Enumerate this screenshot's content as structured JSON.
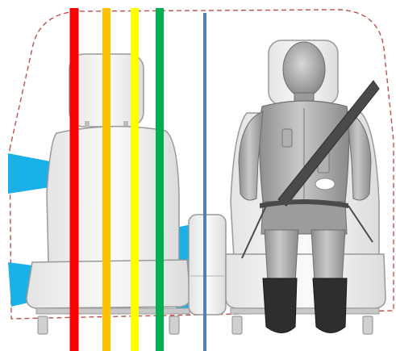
{
  "figure": {
    "outline_color": "#c0504d",
    "blue_panel_color": "#1ab0e8",
    "seat_color": "#f2f2f2",
    "dummy_color": "#a9a9a9",
    "belt_color": "#4a4a4a"
  },
  "measurement_lines": [
    {
      "name": "red",
      "color": "#ff0000"
    },
    {
      "name": "orange",
      "color": "#ffc000"
    },
    {
      "name": "yellow",
      "color": "#ffff00"
    },
    {
      "name": "green",
      "color": "#00b050"
    },
    {
      "name": "blue",
      "color": "#4f81bd"
    }
  ],
  "icons": [
    "driver-seat-icon",
    "center-console-icon",
    "crash-test-dummy-icon",
    "seatbelt-icon"
  ]
}
